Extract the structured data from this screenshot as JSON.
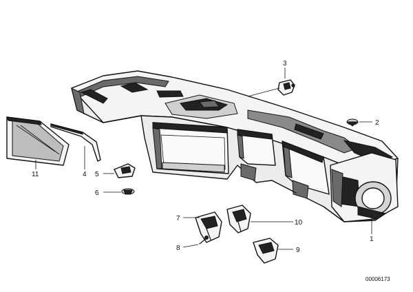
{
  "callouts": [
    "1",
    "2",
    "3",
    "4",
    "5",
    "6",
    "7",
    "8",
    "9",
    "10",
    "11"
  ],
  "diagram_code": "00006173"
}
